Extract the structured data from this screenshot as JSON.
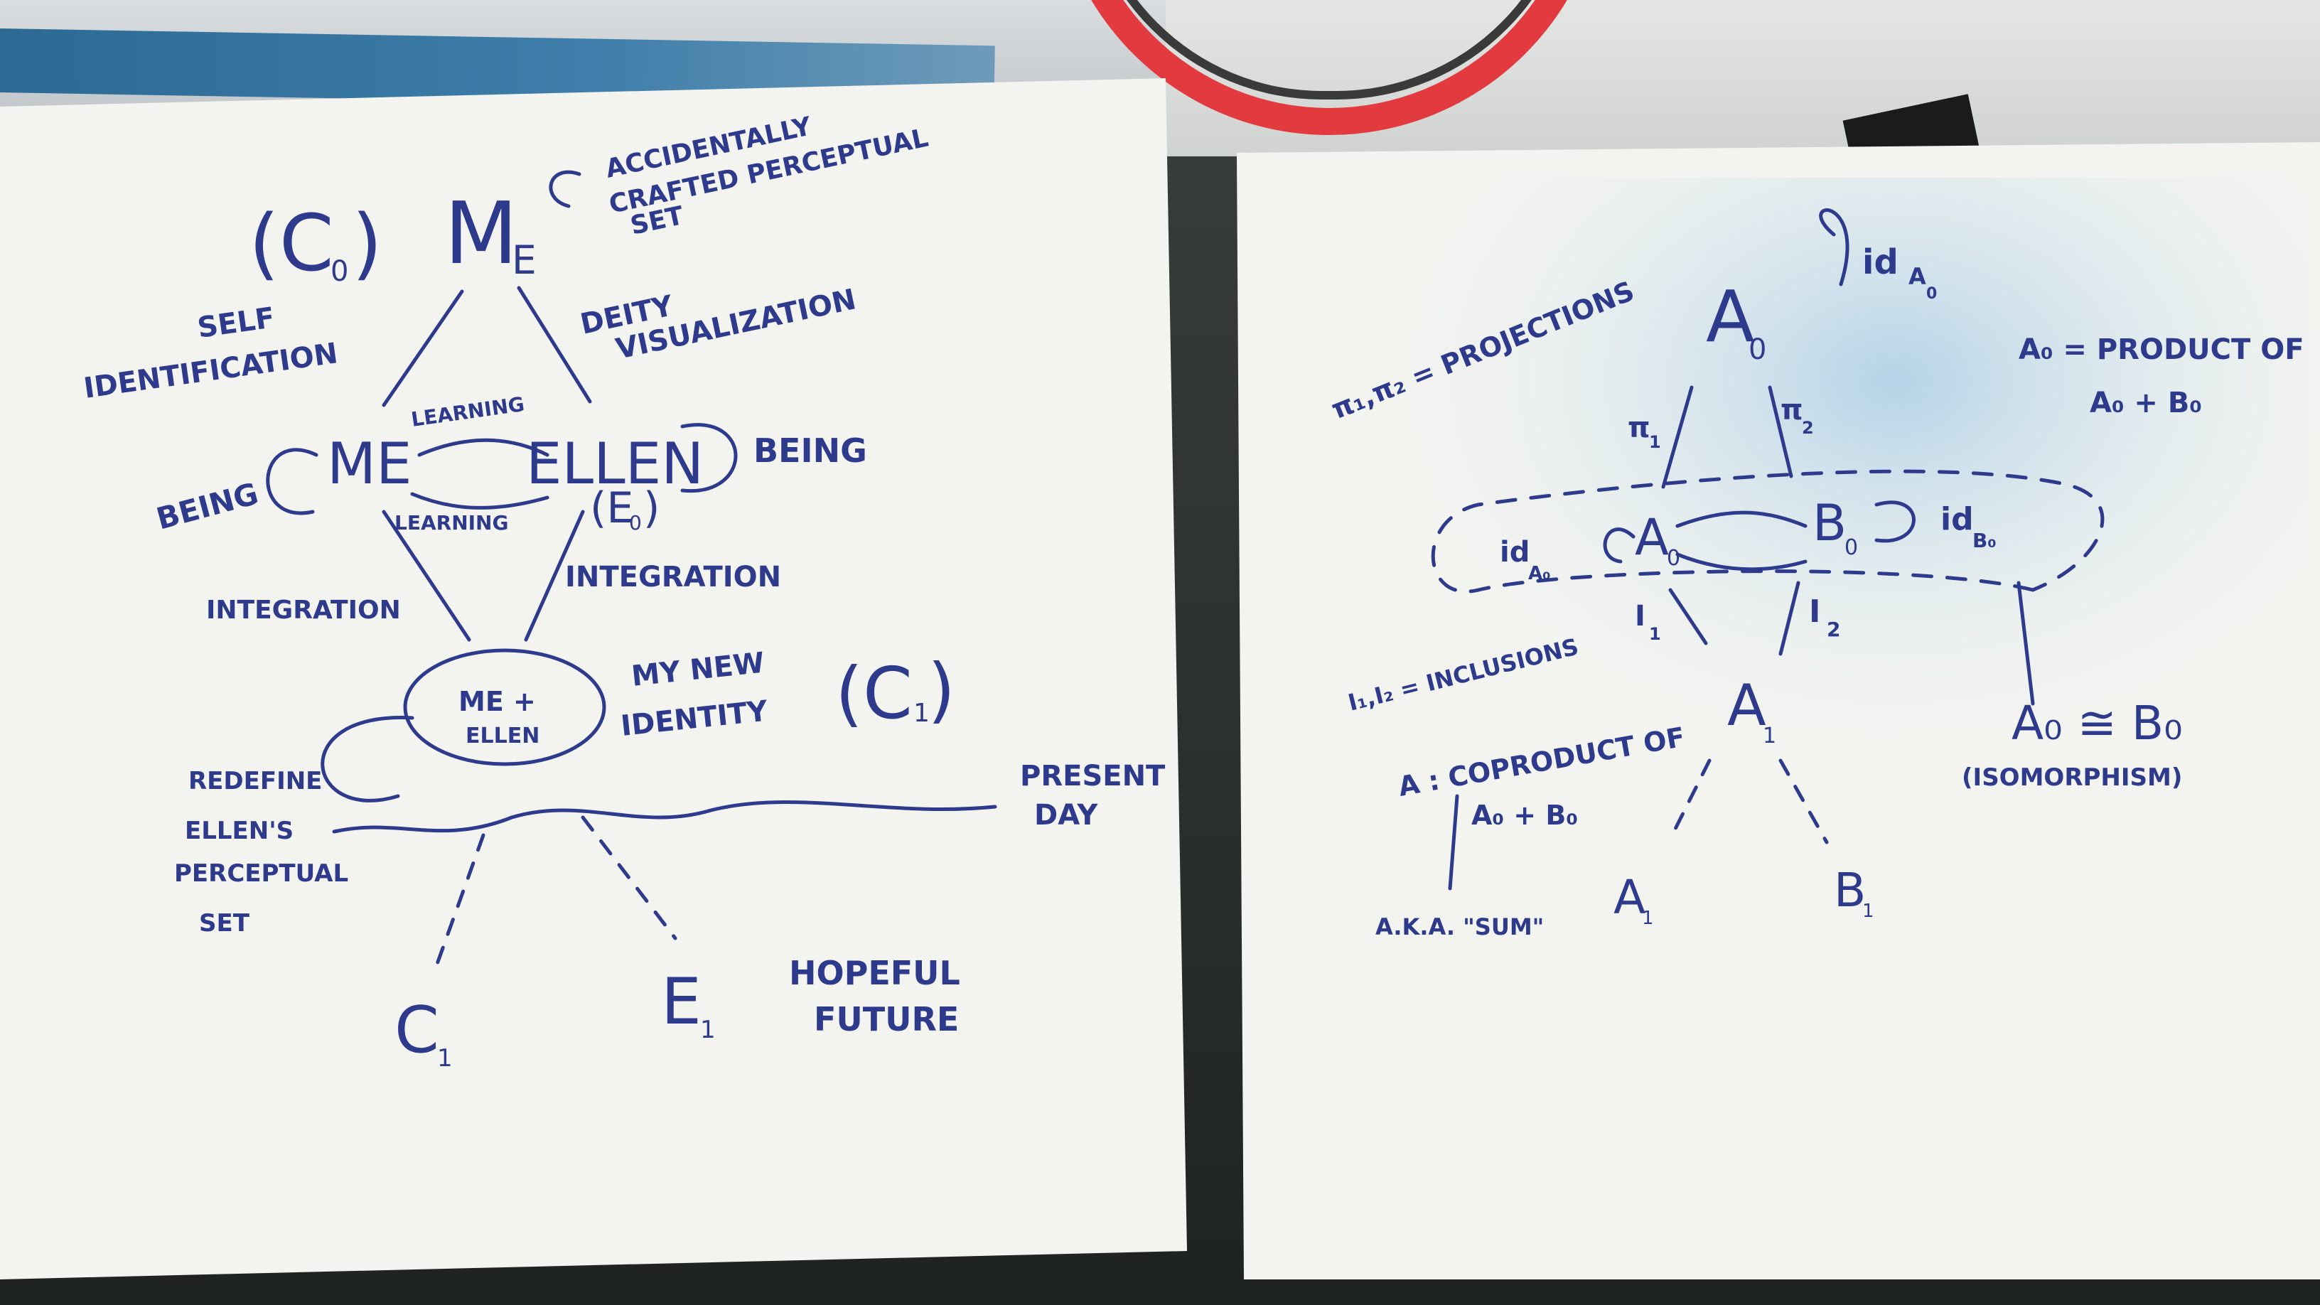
{
  "left_sheet": {
    "c0_label": "(C",
    "c0_sub": "0",
    "c0_close": ")",
    "me_label": "M",
    "me_sub": "E",
    "accidental_line1": "ACCIDENTALLY",
    "accidental_line2": "CRAFTED PERCEPTUAL",
    "accidental_line3": "SET",
    "self_id_line1": "SELF",
    "self_id_line2": "IDENTIFICATION",
    "deity_line1": "DEITY",
    "deity_line2": "VISUALIZATION",
    "being_left": "BEING",
    "me_node": "ME",
    "learning_top": "LEARNING",
    "ellen_node": "ELLEN",
    "being_right": "BEING",
    "learning_bottom": "LEARNING",
    "e0_label": "(E",
    "e0_sub": "0",
    "e0_close": ")",
    "integration_left": "INTEGRATION",
    "integration_right": "INTEGRATION",
    "merge_line1": "ME +",
    "merge_line2": "ELLEN",
    "new_identity_line1": "MY NEW",
    "new_identity_line2": "IDENTITY",
    "c1_label": "(C",
    "c1_sub": "1",
    "c1_close": ")",
    "redefine_line1": "REDEFINE",
    "redefine_line2": "ELLEN'S",
    "redefine_line3": "PERCEPTUAL",
    "redefine_line4": "SET",
    "present_line1": "PRESENT",
    "present_line2": "DAY",
    "c_future": "C",
    "c_future_sub": "1",
    "e_future": "E",
    "e_future_sub": "1",
    "hopeful_line1": "HOPEFUL",
    "hopeful_line2": "FUTURE"
  },
  "right_sheet": {
    "a0_top": "A",
    "a0_top_sub": "0",
    "id_top": "id",
    "id_top_sub": "A",
    "id_top_subsub": "0",
    "projections": "π₁,π₂ = PROJECTIONS",
    "product_line1": "A₀ = PRODUCT OF",
    "product_line2": "A₀ + B₀",
    "pi1": "π",
    "pi1_sub": "1",
    "pi2": "π",
    "pi2_sub": "2",
    "id_a0": "id",
    "id_a0_sub": "A₀",
    "a0_mid": "A",
    "a0_mid_sub": "0",
    "b0_mid": "B",
    "b0_mid_sub": "0",
    "id_b0": "id",
    "id_b0_sub": "B₀",
    "inclusions": "I₁,I₂ = INCLUSIONS",
    "i1": "I",
    "i1_sub": "1",
    "i2": "I",
    "i2_sub": "2",
    "a_center": "A",
    "a_center_sub": "1",
    "coproduct_line1": "A : COPRODUCT OF",
    "coproduct_line2": "A₀ + B₀",
    "iso": "A₀ ≅ B₀",
    "iso_note": "(ISOMORPHISM)",
    "aka": "A.K.A. \"SUM\"",
    "a1": "A",
    "a1_sub": "1",
    "b1": "B",
    "b1_sub": "1"
  },
  "colors": {
    "ink": "#2e3a8c",
    "paper": "#f4f4f0",
    "headphone": "#e23a3f",
    "blue_stain": "#7fb3d6"
  }
}
